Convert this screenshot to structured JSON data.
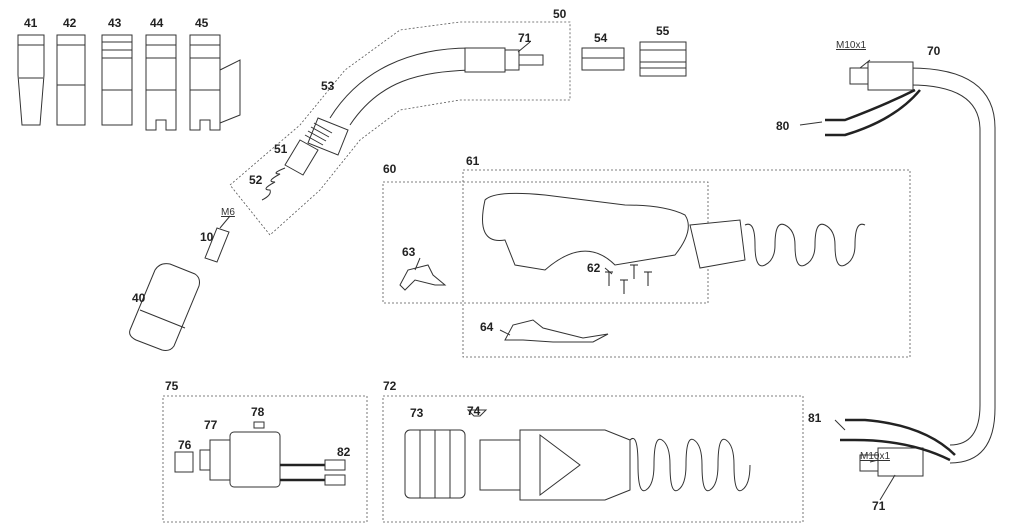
{
  "title": "MIG torch exploded parts diagram",
  "part_labels": {
    "p41": "41",
    "p42": "42",
    "p43": "43",
    "p44": "44",
    "p45": "45",
    "p50": "50",
    "p71a": "71",
    "p54": "54",
    "p55": "55",
    "p70": "70",
    "p80": "80",
    "p53": "53",
    "p51": "51",
    "p52": "52",
    "p60": "60",
    "p61": "61",
    "p10": "10",
    "p63": "63",
    "p62": "62",
    "p40": "40",
    "p64": "64",
    "p75": "75",
    "p72": "72",
    "p77": "77",
    "p78": "78",
    "p73": "73",
    "p74": "74",
    "p76": "76",
    "p82": "82",
    "p81": "81",
    "p71b": "71"
  },
  "thread_labels": {
    "m10_top": "M10x1",
    "m6": "M6",
    "m10_bottom": "M10x1"
  }
}
